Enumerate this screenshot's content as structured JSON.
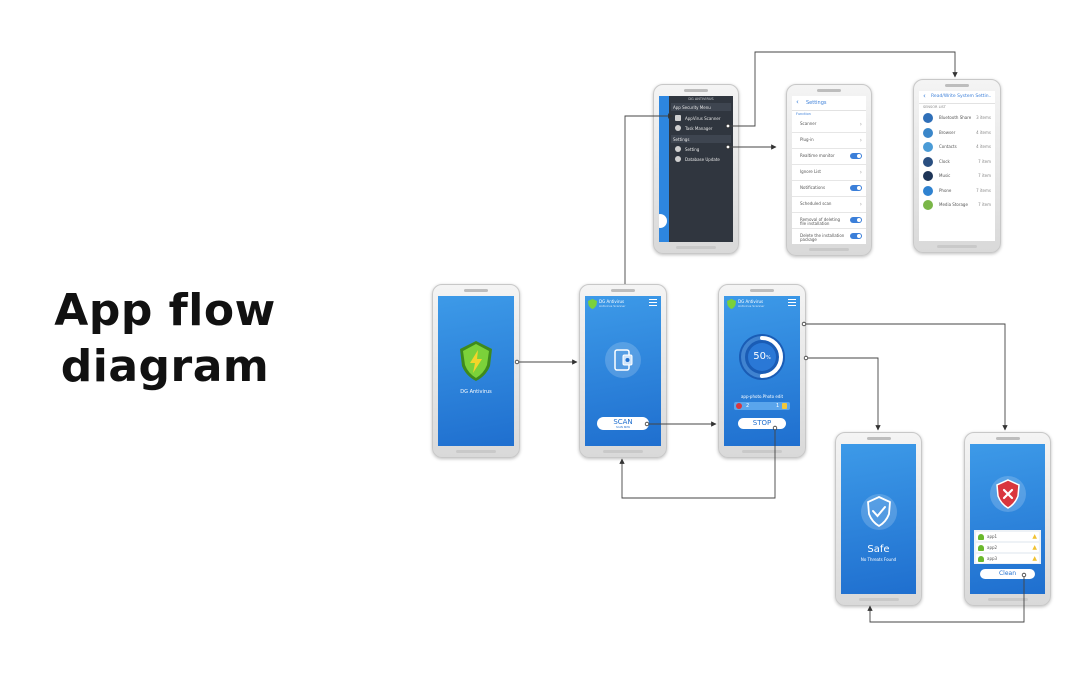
{
  "title": {
    "line1": "App flow",
    "line2": "diagram"
  },
  "splash": {
    "app_name": "DG Antivirus"
  },
  "home": {
    "header": "DG Antivirus",
    "sub": "Antivirus Scanner",
    "scan_label": "SCAN",
    "scan_sub": "SCAN NOW"
  },
  "scanning": {
    "header": "DG Antivirus",
    "sub": "Antivirus Scanner",
    "percent": "50",
    "unit": "%",
    "progress": 0.5,
    "current_file": "app-photo.Photo edit",
    "threat_count": "2",
    "file_count": "1",
    "stop_label": "STOP"
  },
  "menu": {
    "header": "DG ANTIVIRUS",
    "section1": "App Security Menu",
    "item1": "AppVirus Scanner",
    "item2": "Task Manager",
    "section2": "Settings",
    "item3": "Setting",
    "item4": "Database Update"
  },
  "settings": {
    "title": "Settings",
    "section": "Function",
    "rows": [
      {
        "label": "Scanner",
        "kind": "chevron"
      },
      {
        "label": "Plug-in",
        "kind": "chevron"
      },
      {
        "label": "Realtime monitor",
        "kind": "toggle"
      },
      {
        "label": "Ignore List",
        "kind": "chevron"
      },
      {
        "label": "Notifications",
        "kind": "toggle"
      },
      {
        "label": "Scheduled scan",
        "kind": "chevron"
      },
      {
        "label": "Removal of deleting file installation",
        "kind": "toggle"
      },
      {
        "label": "Delete the installation package",
        "kind": "toggle"
      }
    ]
  },
  "rwsettings": {
    "title": "Read/Write System Settin..",
    "section": "SENSOR LIST",
    "rows": [
      {
        "label": "Bluetooth Share",
        "count": "3 items",
        "color": "#2f6fb8"
      },
      {
        "label": "Browser",
        "count": "4 items",
        "color": "#3a86c9"
      },
      {
        "label": "Contacts",
        "count": "4 items",
        "color": "#4a9bd6"
      },
      {
        "label": "Clock",
        "count": "7 item",
        "color": "#2a4f80"
      },
      {
        "label": "Music",
        "count": "7 item",
        "color": "#1e3557"
      },
      {
        "label": "Phone",
        "count": "7 items",
        "color": "#2f82d0"
      },
      {
        "label": "Media Storage",
        "count": "7 item",
        "color": "#7ab648"
      }
    ]
  },
  "safe": {
    "title": "Safe",
    "sub": "No Threats Found"
  },
  "infected": {
    "items": [
      "app1",
      "app2",
      "app3"
    ],
    "clean_label": "Clean"
  },
  "colors": {
    "blue": "#2a84e0",
    "dark_menu": "#30363f",
    "shield_green": "#6ab92c",
    "threat_red": "#d9363e"
  }
}
